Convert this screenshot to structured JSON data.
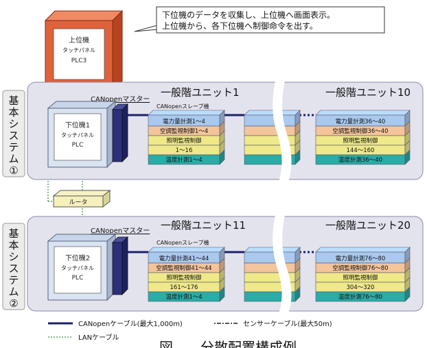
{
  "callout": {
    "line1": "下位機のデータを収集し、上位機へ画面表示。",
    "line2": "上位機から、各下位機へ制御命令を出す。"
  },
  "upper_pc": {
    "line1": "上位機",
    "line2": "タッチパネル",
    "line3": "PLC3"
  },
  "router_label": "ルータ",
  "systems": [
    {
      "vertical_label": [
        "基",
        "本",
        "シ",
        "ス",
        "テ",
        "ム",
        "①"
      ],
      "master_label": "CANopenマスター",
      "lower_pc": {
        "line1": "下位機1",
        "line2": "タッチパネル",
        "line3": "PLC"
      },
      "unit_left": {
        "title": "一般階ユニット1",
        "slave_label": "CANopenスレーブ機",
        "rows": [
          "電力量計測1～4",
          "空調監視制御1～4",
          "照明監視制御",
          "1～16",
          "温度計測1～4"
        ]
      },
      "unit_right": {
        "title": "一般階ユニット10",
        "rows": [
          "電力量計測36～40",
          "空調監視制御36～40",
          "照明監視制御",
          "144～160",
          "温度計測36～40"
        ]
      }
    },
    {
      "vertical_label": [
        "基",
        "本",
        "シ",
        "ス",
        "テ",
        "ム",
        "②"
      ],
      "master_label": "CANopenマスター",
      "lower_pc": {
        "line1": "下位機2",
        "line2": "タッチパネル",
        "line3": "PLC"
      },
      "unit_left": {
        "title": "一般階ユニット11",
        "slave_label": "CANopenスレーブ機",
        "rows": [
          "電力量計測41～44",
          "空調監視制御41～44",
          "照明監視制御",
          "161～176",
          "温度計測1～4"
        ]
      },
      "unit_right": {
        "title": "一般階ユニット20",
        "rows": [
          "電力量計測76～80",
          "空調監視制御76～80",
          "照明監視制御",
          "304～320",
          "温度計測76～80"
        ]
      }
    }
  ],
  "legend": {
    "canopen": "CANopenケーブル(最大1,000m)",
    "sensor": "センサーケーブル(最大50m)",
    "lan": "LANケーブル"
  },
  "caption": "図　　分散配置構成例",
  "colors": {
    "upper_pc": "#e0623a",
    "panel_bg": "#e3e3ee",
    "module_blue": "#a9c9ee",
    "module_orange": "#f4c49a",
    "module_yellow": "#efe98a",
    "module_teal": "#2aaca7",
    "canopen_cable": "#1c1f6e",
    "lan_cable": "#3a8a3a"
  }
}
